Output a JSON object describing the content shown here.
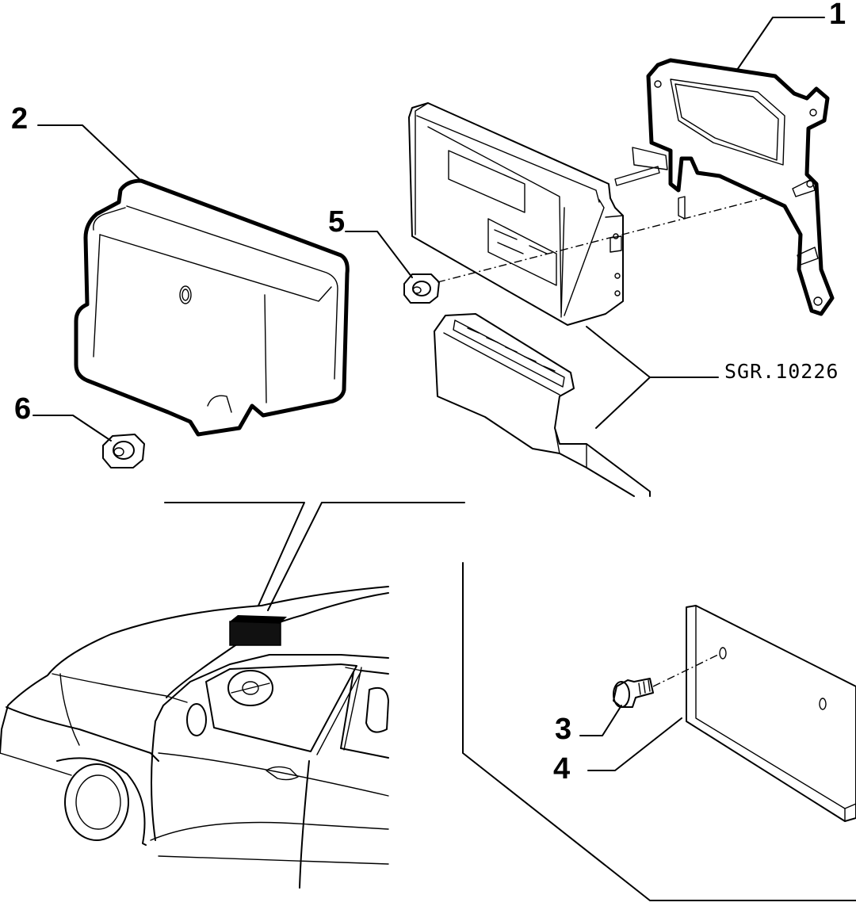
{
  "callouts": {
    "c1": "1",
    "c2": "2",
    "c3": "3",
    "c4": "4",
    "c5": "5",
    "c6": "6"
  },
  "reference_code": "SGR.10226",
  "icons": {
    "cover": "abs-unit-cover-drawing",
    "ecu": "control-unit-drawing",
    "bracket": "mounting-bracket-drawing",
    "connector": "wiring-connector-drawing",
    "plate": "mounting-plate-drawing",
    "car": "car-location-drawing"
  }
}
